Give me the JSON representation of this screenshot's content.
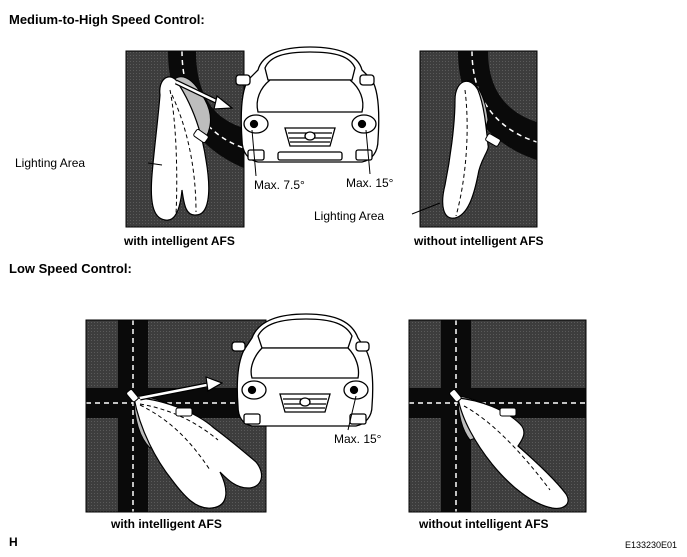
{
  "headings": {
    "medium_high": "Medium-to-High Speed Control:",
    "low": "Low Speed Control:"
  },
  "panels": {
    "top_left_caption": "with intelligent AFS",
    "top_right_caption": "without intelligent AFS",
    "bottom_left_caption": "with intelligent AFS",
    "bottom_right_caption": "without intelligent AFS"
  },
  "labels": {
    "lighting_area_left": "Lighting Area",
    "lighting_area_right": "Lighting Area",
    "max_7_5": "Max. 7.5°",
    "max_15_top": "Max. 15°",
    "max_15_bottom": "Max. 15°"
  },
  "corner": {
    "left_letter": "H",
    "figure_id": "E133230E01"
  },
  "colors": {
    "panel_dark": "#3a3a3a",
    "road": "#0a0a0a",
    "lane_marking": "#ffffff",
    "beam_fill": "#ffffff",
    "beam_shade": "#bdbdbd"
  }
}
